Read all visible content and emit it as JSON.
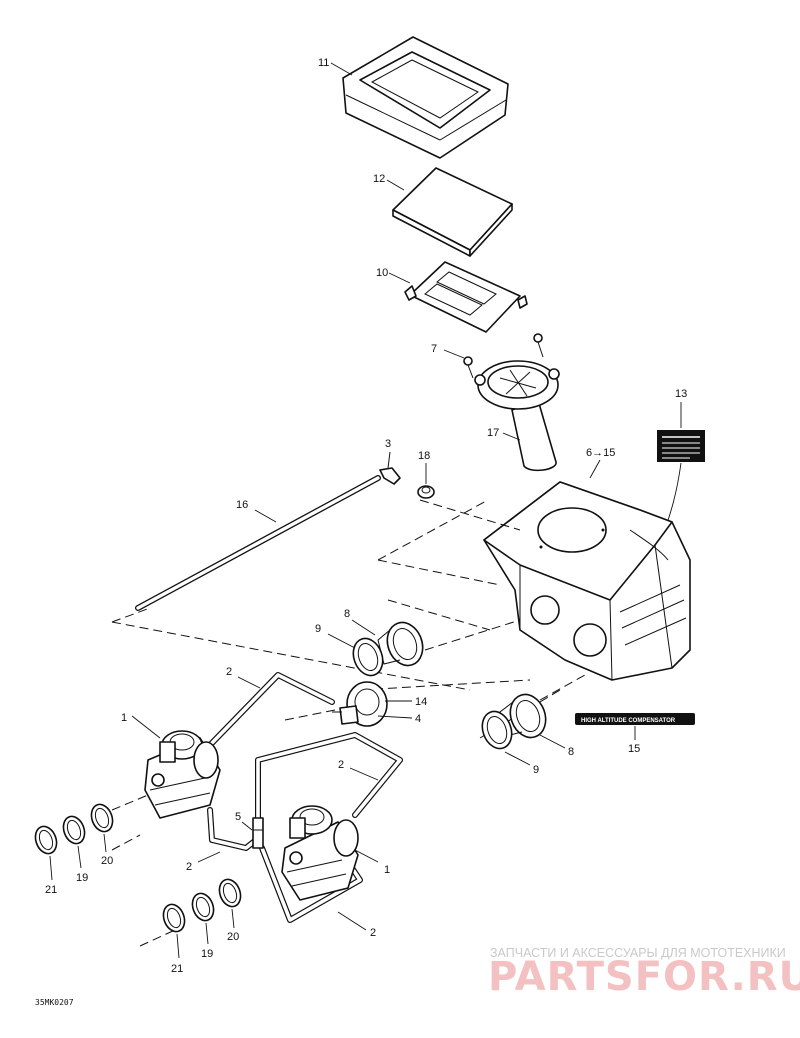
{
  "figure_code": "35MK0207",
  "callouts": {
    "c11": "11",
    "c12": "12",
    "c10": "10",
    "c7": "7",
    "c17": "17",
    "c13": "13",
    "c6_15": "6→15",
    "c3": "3",
    "c18": "18",
    "c16": "16",
    "c8a": "8",
    "c9a": "9",
    "c2a": "2",
    "c14": "14",
    "c4": "4",
    "c1a": "1",
    "c2b": "2",
    "c15": "15",
    "c8b": "8",
    "c9b": "9",
    "c5": "5",
    "c2c": "2",
    "c1b": "1",
    "c21a": "21",
    "c19a": "19",
    "c20a": "20",
    "c21b": "21",
    "c19b": "19",
    "c20b": "20",
    "c2d": "2"
  },
  "decal_text": "HIGH ALTITUDE COMPENSATOR",
  "watermark": {
    "subtitle": "ЗАПЧАСТИ И АКСЕССУАРЫ ДЛЯ МОТОТЕХНИКИ",
    "logo": "PARTSFOR.RU"
  }
}
